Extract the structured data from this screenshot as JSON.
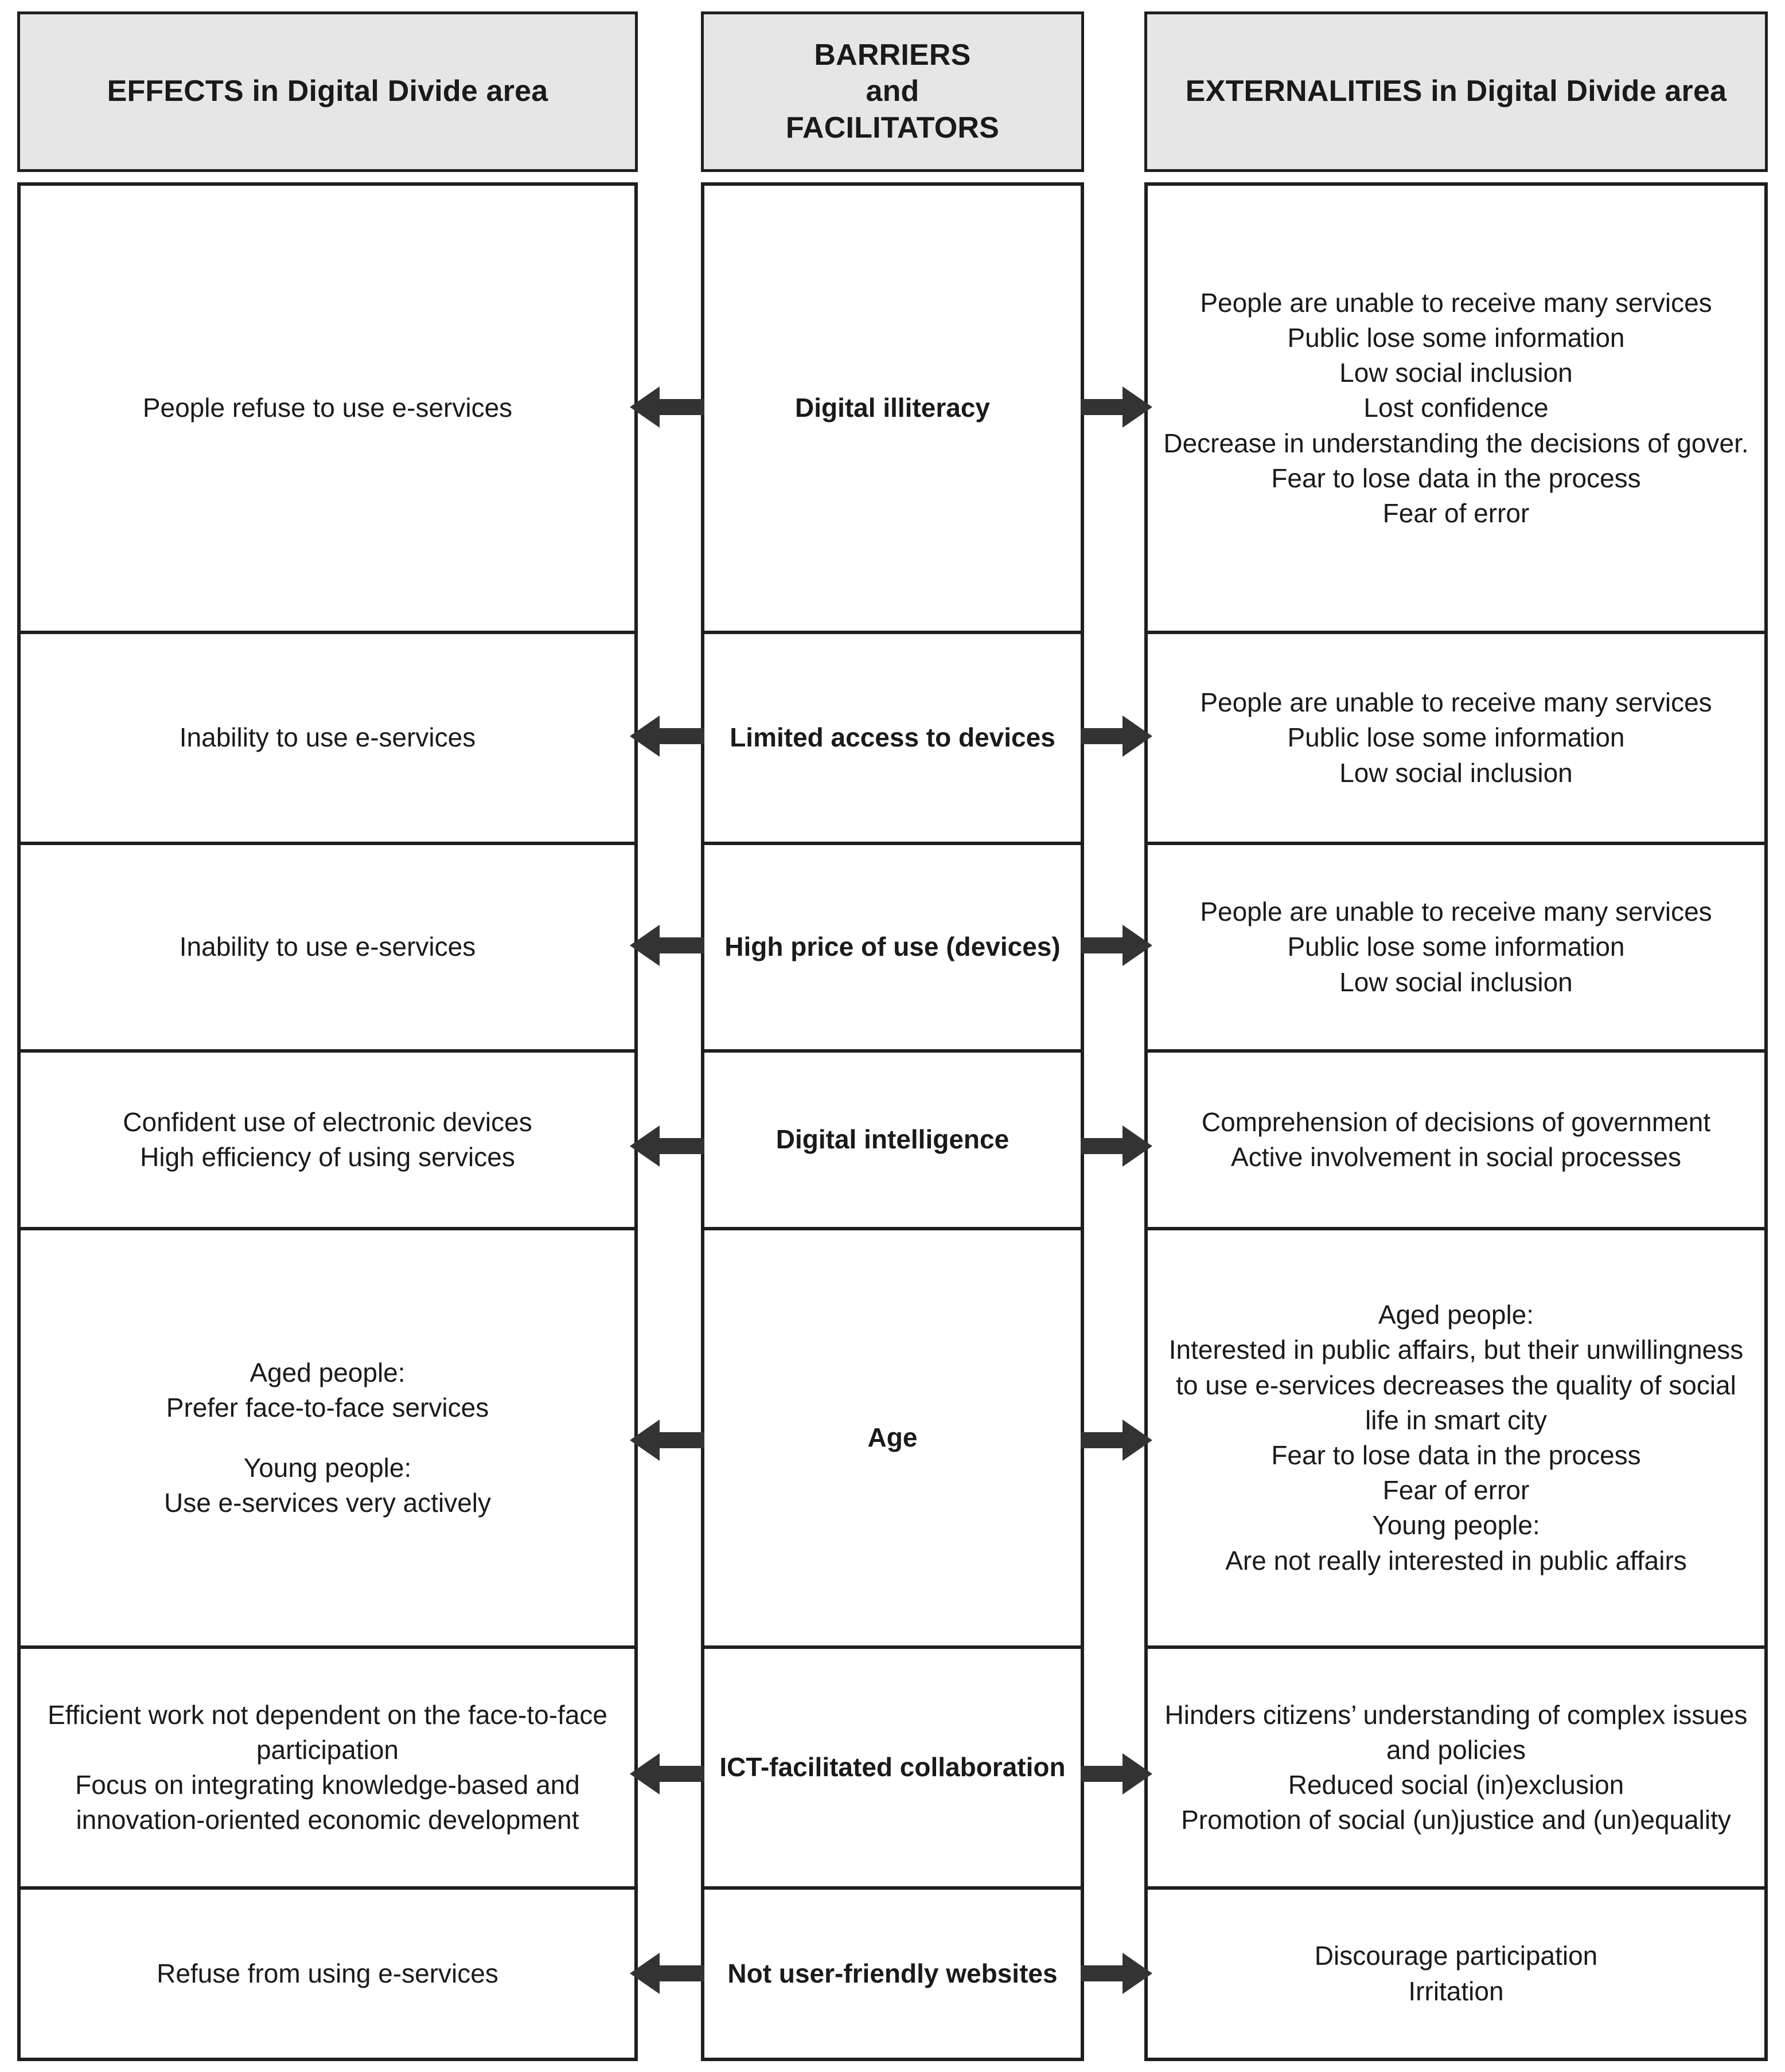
{
  "headers": {
    "left": "EFFECTS in Digital Divide area",
    "middle_line1": "BARRIERS",
    "middle_line2": "and",
    "middle_line3": "FACILITATORS",
    "right": "EXTERNALITIES in Digital Divide area"
  },
  "colors": {
    "header_fill": "#e6e6e6",
    "border": "#1f1f1f",
    "arrow": "#333333",
    "text": "#1a1a1a",
    "cell_fill": "#ffffff"
  },
  "arrow_icons": {
    "to_effects": "arrow-left-icon",
    "to_externalities": "arrow-right-icon"
  },
  "rows": [
    {
      "barrier": "Digital illiteracy",
      "effects": [
        "People refuse to use e-services"
      ],
      "externalities": [
        "People are unable to receive many services",
        "Public lose some information",
        "Low social inclusion",
        "Lost confidence",
        "Decrease in understanding the decisions of gover.",
        "Fear to lose data in the process",
        "Fear of error"
      ]
    },
    {
      "barrier": "Limited access to devices",
      "effects": [
        "Inability to use e-services"
      ],
      "externalities": [
        "People are unable to receive many services",
        "Public lose some information",
        "Low social inclusion"
      ]
    },
    {
      "barrier": "High price of use (devices)",
      "effects": [
        "Inability to use e-services"
      ],
      "externalities": [
        "People are unable to receive many services",
        "Public lose some information",
        "Low social inclusion"
      ]
    },
    {
      "barrier": "Digital intelligence",
      "effects": [
        "Confident use of electronic devices",
        "High efficiency of using services"
      ],
      "externalities": [
        "Comprehension of decisions of government",
        "Active involvement in social processes"
      ]
    },
    {
      "barrier": "Age",
      "effects": [
        "Aged people:",
        "Prefer face-to-face services",
        "",
        "Young people:",
        "Use e-services very actively"
      ],
      "externalities": [
        "Aged people:",
        "Interested in public affairs, but their unwillingness to use e-services decreases the quality of social life in smart city",
        "Fear to lose data in the process",
        "Fear of error",
        "Young people:",
        "Are not really interested in public affairs"
      ]
    },
    {
      "barrier": "ICT-facilitated collaboration",
      "effects": [
        "Efficient work not dependent on the face-to-face participation",
        "Focus on integrating knowledge-based and innovation-oriented economic development"
      ],
      "externalities": [
        "Hinders citizens’ understanding of complex issues and policies",
        "Reduced social (in)exclusion",
        "Promotion of social (un)justice and (un)equality"
      ]
    },
    {
      "barrier": "Not user-friendly websites",
      "effects": [
        "Refuse from using e-services"
      ],
      "externalities": [
        "Discourage participation",
        "Irritation"
      ]
    }
  ]
}
